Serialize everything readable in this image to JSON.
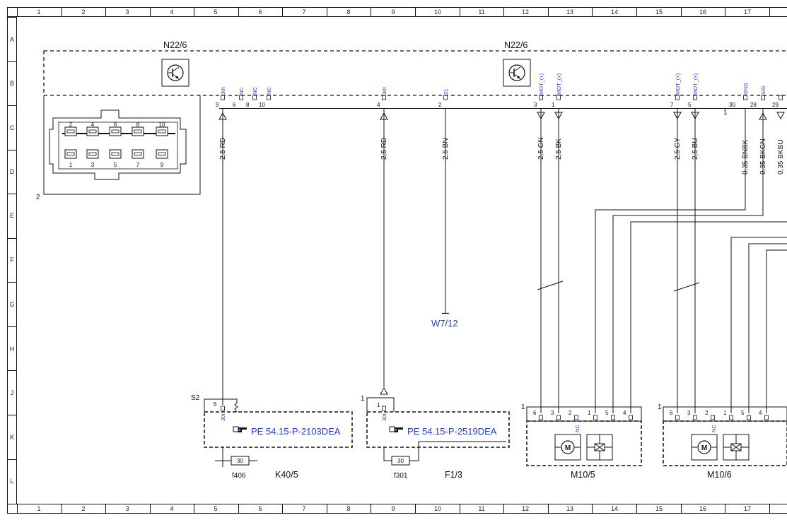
{
  "grid": {
    "columns": [
      "1",
      "2",
      "3",
      "4",
      "5",
      "6",
      "7",
      "8",
      "9",
      "10",
      "11",
      "12",
      "13",
      "14",
      "15",
      "16",
      "17"
    ],
    "rows": [
      "A",
      "B",
      "C",
      "D",
      "E",
      "F",
      "G",
      "H",
      "J",
      "K",
      "L"
    ]
  },
  "module": {
    "label_left": "N22/6",
    "label_right": "N22/6",
    "connector_ref": "2",
    "connector_pins_top": [
      "2",
      "4",
      "6",
      "8",
      "10"
    ],
    "connector_pins_bottom": [
      "1",
      "3",
      "5",
      "7",
      "9"
    ],
    "pins": [
      {
        "num": "9",
        "name": "30t"
      },
      {
        "num": "6",
        "name": "NC"
      },
      {
        "num": "8",
        "name": "NC"
      },
      {
        "num": "10",
        "name": "NC"
      },
      {
        "num": "4",
        "name": "30t"
      },
      {
        "num": "2",
        "name": "31"
      },
      {
        "num": "3",
        "name": "MOT_(+)"
      },
      {
        "num": "1",
        "name": "MOT_(+)"
      },
      {
        "num": "7",
        "name": "MOT_(+)"
      },
      {
        "num": "5",
        "name": "MOT_(+)"
      },
      {
        "num": "30",
        "name": "GND"
      },
      {
        "num": "28",
        "name": "SIG"
      },
      {
        "num": "29",
        "name": ""
      }
    ],
    "connector_count": "1"
  },
  "wires": [
    {
      "label": "2,5 RD"
    },
    {
      "label": "2,5 RD"
    },
    {
      "label": "2,5 BN"
    },
    {
      "label": "2,5 GN"
    },
    {
      "label": "2,5 BK"
    },
    {
      "label": "2,5 GY"
    },
    {
      "label": "2,5 BU"
    },
    {
      "label": "0,35 BNBK"
    },
    {
      "label": "0,35 BKGN"
    },
    {
      "label": "0,35 BKBU"
    }
  ],
  "ground": {
    "label": "W7/12"
  },
  "k40": {
    "switch_label": "S2",
    "switch_pin": "6",
    "pin_name": "30t",
    "ref": "PE 54.15-P-2103DEA",
    "fuse_value": "30",
    "fuse_label": "f406",
    "component": "K40/5"
  },
  "f13": {
    "pin_num": "1",
    "pin_name": "30t",
    "ref": "PE 54.15-P-2519DEA",
    "fuse_value": "30",
    "fuse_label": "f301",
    "component": "F1/3",
    "connector_count": "1"
  },
  "m105": {
    "connector_count": "1",
    "pins": [
      "6",
      "3",
      "2",
      "1",
      "5",
      "4"
    ],
    "nc": "NC",
    "label": "M10/5"
  },
  "m106": {
    "connector_count": "1",
    "pins": [
      "6",
      "3",
      "2",
      "1",
      "5",
      "4"
    ],
    "nc": "NC",
    "label": "M10/6"
  },
  "colors": {
    "accent": "#1f3ed6",
    "line": "#111111"
  }
}
